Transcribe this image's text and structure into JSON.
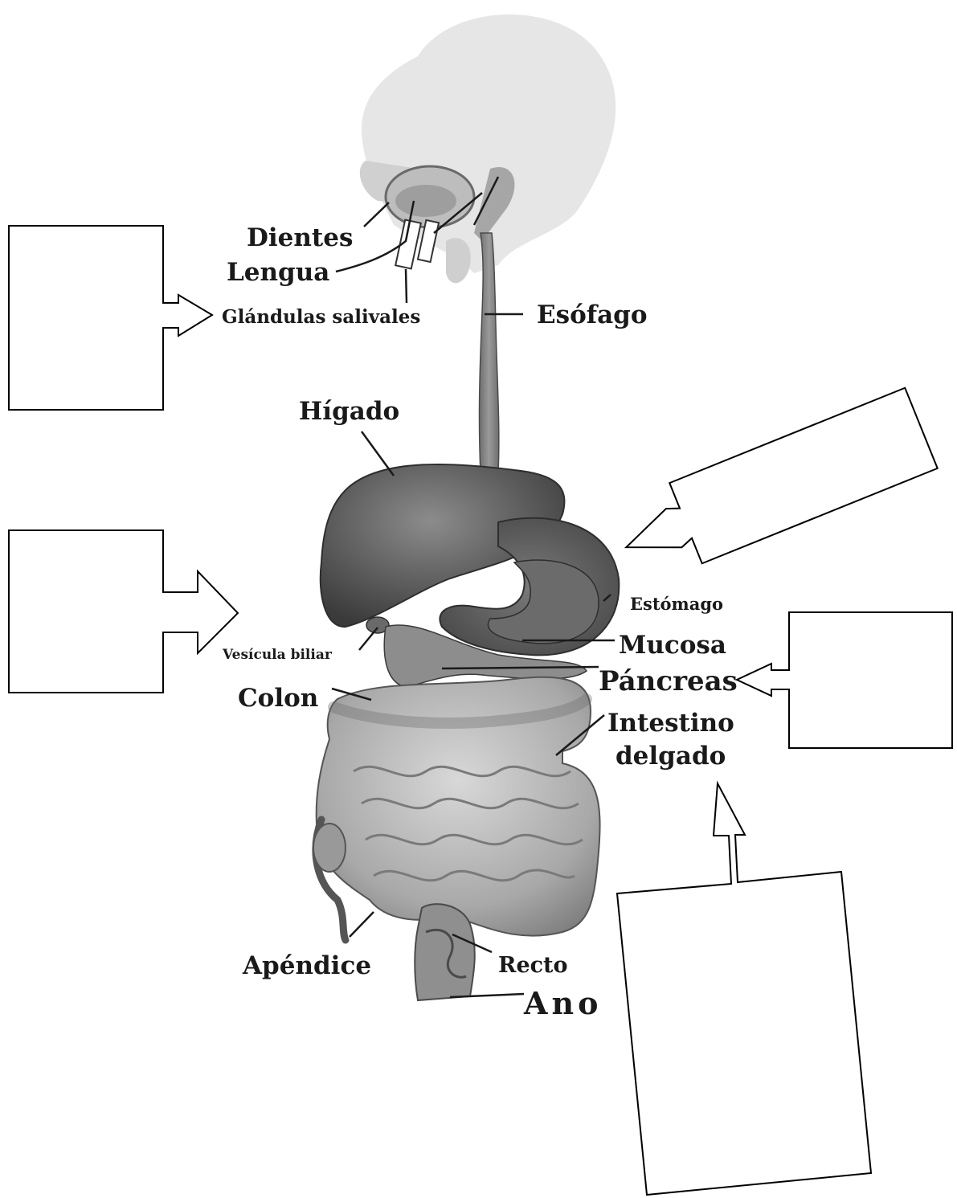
{
  "labels": {
    "dientes": "Dientes",
    "lengua": "Lengua",
    "glandulas": "Glándulas salivales",
    "esofago": "Esófago",
    "higado": "Hígado",
    "estomago": "Estómago",
    "mucosa": "Mucosa",
    "pancreas": "Páncreas",
    "vesicula": "Vesícula biliar",
    "colon": "Colon",
    "intestino_1": "Intestino",
    "intestino_2": "delgado",
    "apendice": "Apéndice",
    "recto": "Recto",
    "ano": "Ano"
  },
  "answer_boxes": [
    {
      "id": "glandulas-box",
      "text": ""
    },
    {
      "id": "vesicula-box",
      "text": ""
    },
    {
      "id": "estomago-box",
      "text": ""
    },
    {
      "id": "pancreas-box",
      "text": ""
    },
    {
      "id": "intestino-box",
      "text": ""
    }
  ],
  "colors": {
    "organ_dark": "#555555",
    "organ_mid": "#8a8a8a",
    "organ_light": "#c8c8c8",
    "head": "#e6e6e6",
    "ink": "#1a1a1a"
  }
}
